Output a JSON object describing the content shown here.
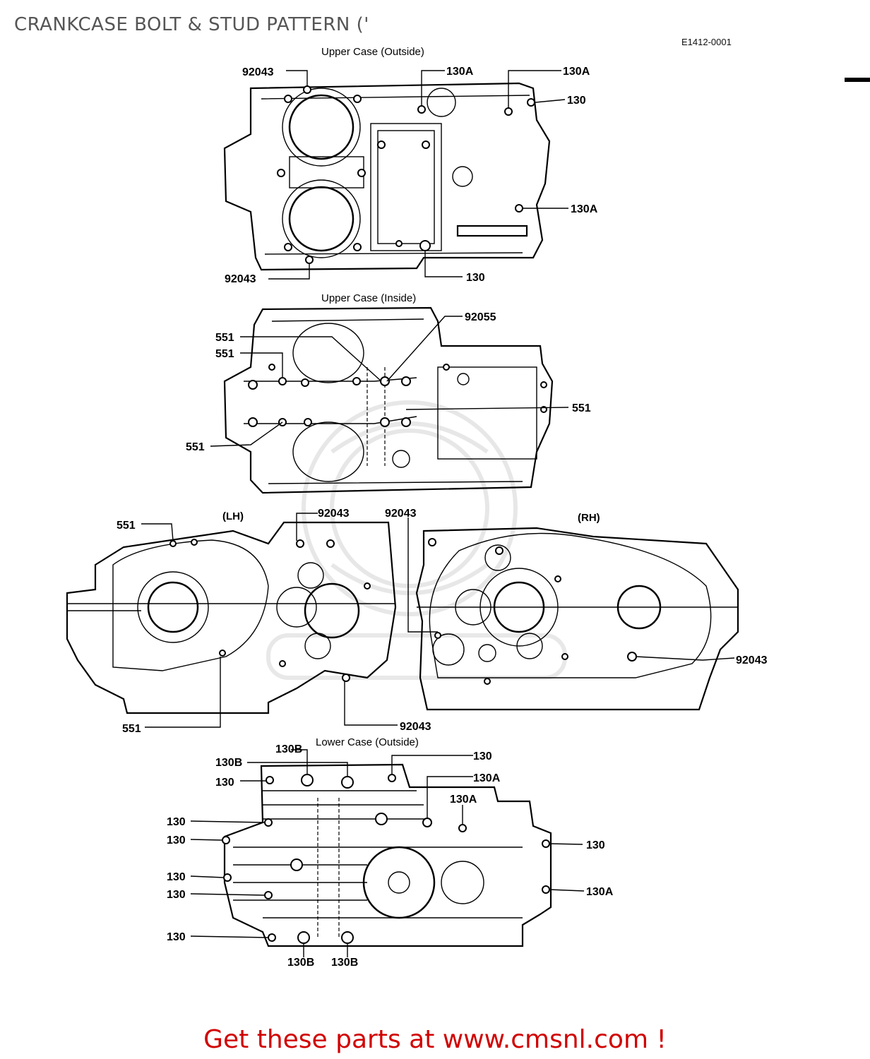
{
  "header": {
    "title": "CRANKCASE BOLT & STUD PATTERN ('",
    "ref_code": "E1412-0001"
  },
  "sections": {
    "upper_outside": "Upper Case (Outside)",
    "upper_inside": "Upper Case (Inside)",
    "lower_outside": "Lower Case (Outside)",
    "lh": "(LH)",
    "rh": "(RH)"
  },
  "labels": {
    "uo_92043_top": "92043",
    "uo_130a_1": "130A",
    "uo_130a_2": "130A",
    "uo_130_1": "130",
    "uo_130a_3": "130A",
    "uo_92043_bot": "92043",
    "uo_130_2": "130",
    "ui_92055": "92055",
    "ui_551_1": "551",
    "ui_551_2": "551",
    "ui_551_3": "551",
    "ui_551_4": "551",
    "s_551_top": "551",
    "s_92043_1": "92043",
    "s_92043_2": "92043",
    "s_92043_3": "92043",
    "s_551_bot": "551",
    "s_92043_4": "92043",
    "lo_130b_1": "130B",
    "lo_130b_2": "130B",
    "lo_130_1": "130",
    "lo_130_2": "130",
    "lo_130a_1": "130A",
    "lo_130a_2": "130A",
    "lo_130_3": "130",
    "lo_130_4": "130",
    "lo_130_5": "130",
    "lo_130_6": "130",
    "lo_130_7": "130",
    "lo_130_8": "130",
    "lo_130a_3": "130A",
    "lo_130b_3": "130B",
    "lo_130b_4": "130B"
  },
  "footer": {
    "link_text": "Get these parts at www.cmsnl.com !",
    "link_color": "#d10000"
  },
  "icons": {
    "watermark": "cmsnl-watermark-logo"
  }
}
